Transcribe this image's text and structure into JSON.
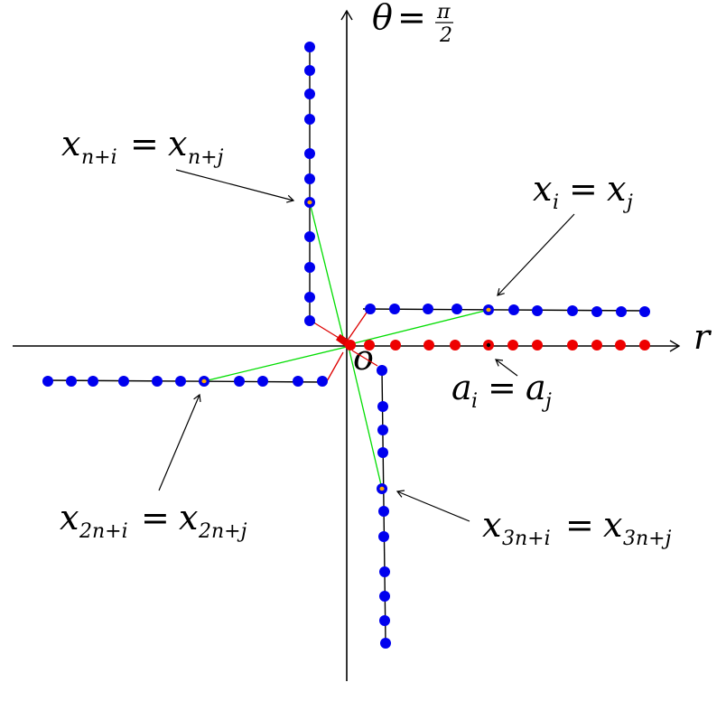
{
  "axes": {
    "vertical_label": "θ",
    "vertical_equals": "=",
    "vertical_num": "π",
    "vertical_den": "2",
    "horizontal_label": "r",
    "origin_label": "o"
  },
  "labels": {
    "x_n": {
      "base": "x",
      "sub_l": "n+i",
      "eq": "=",
      "base2": "x",
      "sub_r": "n+j"
    },
    "x_1": {
      "base": "x",
      "sub_l": "i",
      "eq": "=",
      "base2": "x",
      "sub_r": "j"
    },
    "a": {
      "base": "a",
      "sub_l": "i",
      "eq": "=",
      "base2": "a",
      "sub_r": "j"
    },
    "x_2n": {
      "base": "x",
      "sub_l": "2n+i",
      "eq": "=",
      "base2": "x",
      "sub_r": "2n+j"
    },
    "x_3n": {
      "base": "x",
      "sub_l": "3n+i",
      "eq": "=",
      "base2": "x",
      "sub_r": "3n+j"
    }
  },
  "colors": {
    "points_blue": "#0000ee",
    "points_red": "#ee0000",
    "highlight": "#ffaa00",
    "link_green": "#00dd00",
    "link_red": "#dd0000",
    "axis": "#000000"
  }
}
